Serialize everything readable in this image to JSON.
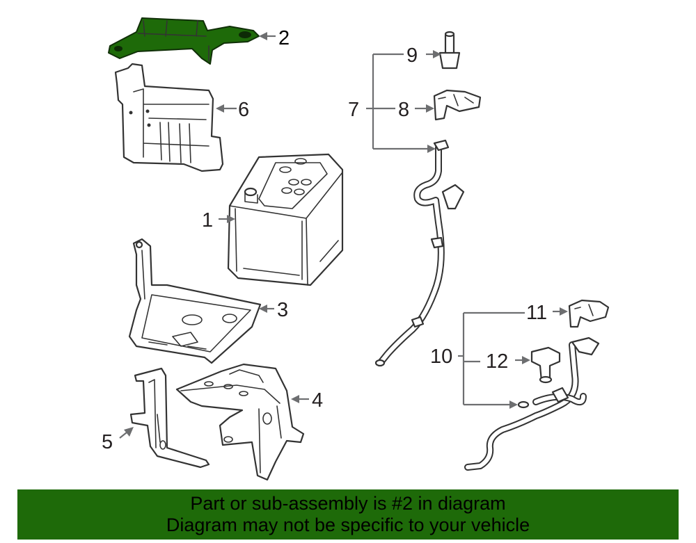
{
  "diagram": {
    "highlight_color": "#1e6a09",
    "highlighted_part": "2",
    "callouts": {
      "c1": "1",
      "c2": "2",
      "c3": "3",
      "c4": "4",
      "c5": "5",
      "c6": "6",
      "c7": "7",
      "c8": "8",
      "c9": "9",
      "c10": "10",
      "c11": "11",
      "c12": "12"
    }
  },
  "banner": {
    "line1": "Part or sub-assembly is #2 in diagram",
    "line2": "Diagram may not be specific to your vehicle",
    "background": "#1e6a09"
  }
}
